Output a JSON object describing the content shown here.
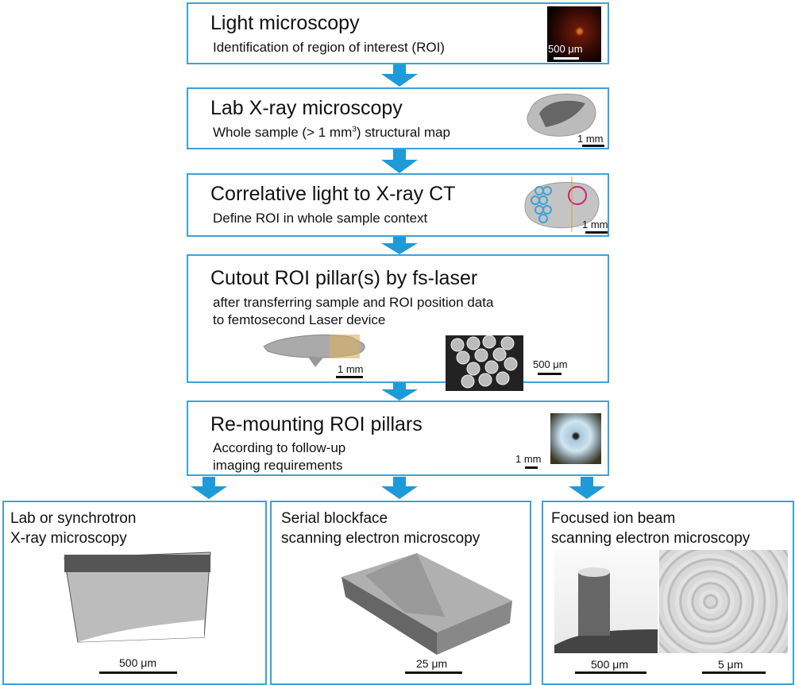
{
  "colors": {
    "border": "#3aa3d9",
    "arrow": "#1e9ad8"
  },
  "steps": [
    {
      "title": "Light microscopy",
      "subtitle": "Identification of region of interest (ROI)",
      "scale": "500 μm"
    },
    {
      "title": "Lab X-ray microscopy",
      "subtitle_pre": "Whole sample (> 1 mm",
      "subtitle_sup": "3",
      "subtitle_post": ") structural map",
      "scale": "1 mm"
    },
    {
      "title": "Correlative light to X-ray CT",
      "subtitle": "Define ROI in whole sample context",
      "scale": "1 mm"
    },
    {
      "title": "Cutout ROI pillar(s) by fs-laser",
      "subtitle_line1": "after transferring sample and ROI position data",
      "subtitle_line2": "to femtosecond Laser device",
      "scale1": "1 mm",
      "scale2": "500 μm"
    },
    {
      "title": "Re-mounting ROI pillars",
      "subtitle_line1": "According to follow-up",
      "subtitle_line2": "imaging requirements",
      "scale": "1 mm"
    }
  ],
  "branches": [
    {
      "line1": "Lab or synchrotron",
      "line2": "X-ray microscopy",
      "scale": "500 μm"
    },
    {
      "line1": "Serial blockface",
      "line2": "scanning electron microscopy",
      "scale": "25 μm"
    },
    {
      "line1": "Focused ion beam",
      "line2": "scanning electron microscopy",
      "scale1": "500 μm",
      "scale2": "5 μm"
    }
  ]
}
